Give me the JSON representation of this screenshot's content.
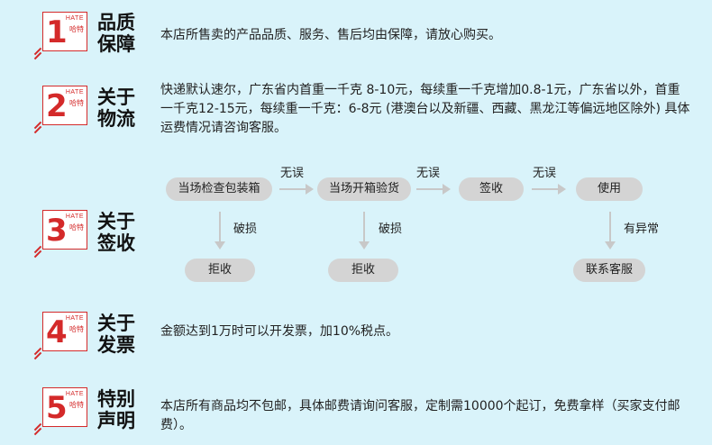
{
  "brand": {
    "en": "HATE",
    "cn": "哈特"
  },
  "colors": {
    "accent": "#d42a2a",
    "background": "#d9f3fa",
    "pill": "#d4d4d4",
    "arrow": "#c8c8c8"
  },
  "sections": [
    {
      "number": "1",
      "title_line1": "品质",
      "title_line2": "保障",
      "text": "本店所售卖的产品品质、服务、售后均由保障，请放心购买。"
    },
    {
      "number": "2",
      "title_line1": "关于",
      "title_line2": "物流",
      "text": "快递默认速尔，广东省内首重一千克 8-10元，每续重一千克增加0.8-1元，广东省以外，首重一千克12-15元，每续重一千克：6-8元 (港澳台以及新疆、西藏、黑龙江等偏远地区除外) 具体运费情况请咨询客服。"
    },
    {
      "number": "3",
      "title_line1": "关于",
      "title_line2": "签收"
    },
    {
      "number": "4",
      "title_line1": "关于",
      "title_line2": "发票",
      "text": "金额达到1万时可以开发票，加10%税点。"
    },
    {
      "number": "5",
      "title_line1": "特别",
      "title_line2": "声明",
      "text": "本店所有商品均不包邮，具体邮费请询问客服，定制需10000个起订，免费拿样（买家支付邮费）。"
    }
  ],
  "flow": {
    "step1": "当场检查包装箱",
    "step2": "当场开箱验货",
    "step3": "签收",
    "step4": "使用",
    "ok1": "无误",
    "ok2": "无误",
    "ok3": "无误",
    "damaged1": "破损",
    "damaged2": "破损",
    "abnormal": "有异常",
    "reject1": "拒收",
    "reject2": "拒收",
    "contact": "联系客服"
  }
}
